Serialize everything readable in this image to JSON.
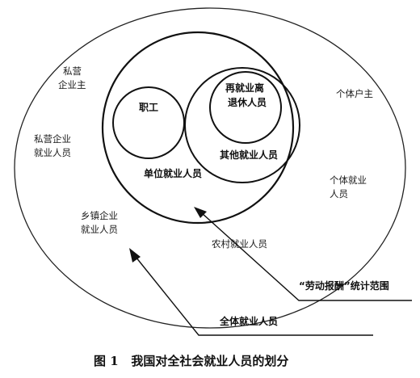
{
  "diagram": {
    "caption": "图 1   我国对全社会就业人员的划分",
    "labels": {
      "private_owner_1": "私营",
      "private_owner_2": "企业主",
      "private_emp_1": "私营企业",
      "private_emp_2": "就业人员",
      "township_1": "乡镇企业",
      "township_2": "就业人员",
      "staff": "职工",
      "reemployed_1": "再就业离",
      "reemployed_2": "退休人员",
      "other_employed": "其他就业人员",
      "unit_employed": "单位就业人员",
      "self_owner": "个体户主",
      "self_emp_1": "个体就业",
      "self_emp_2": "人员",
      "rural": "农村就业人员",
      "labor_scope": "“劳动报酬”统计范围",
      "all_employed": "全体就业人员"
    }
  }
}
